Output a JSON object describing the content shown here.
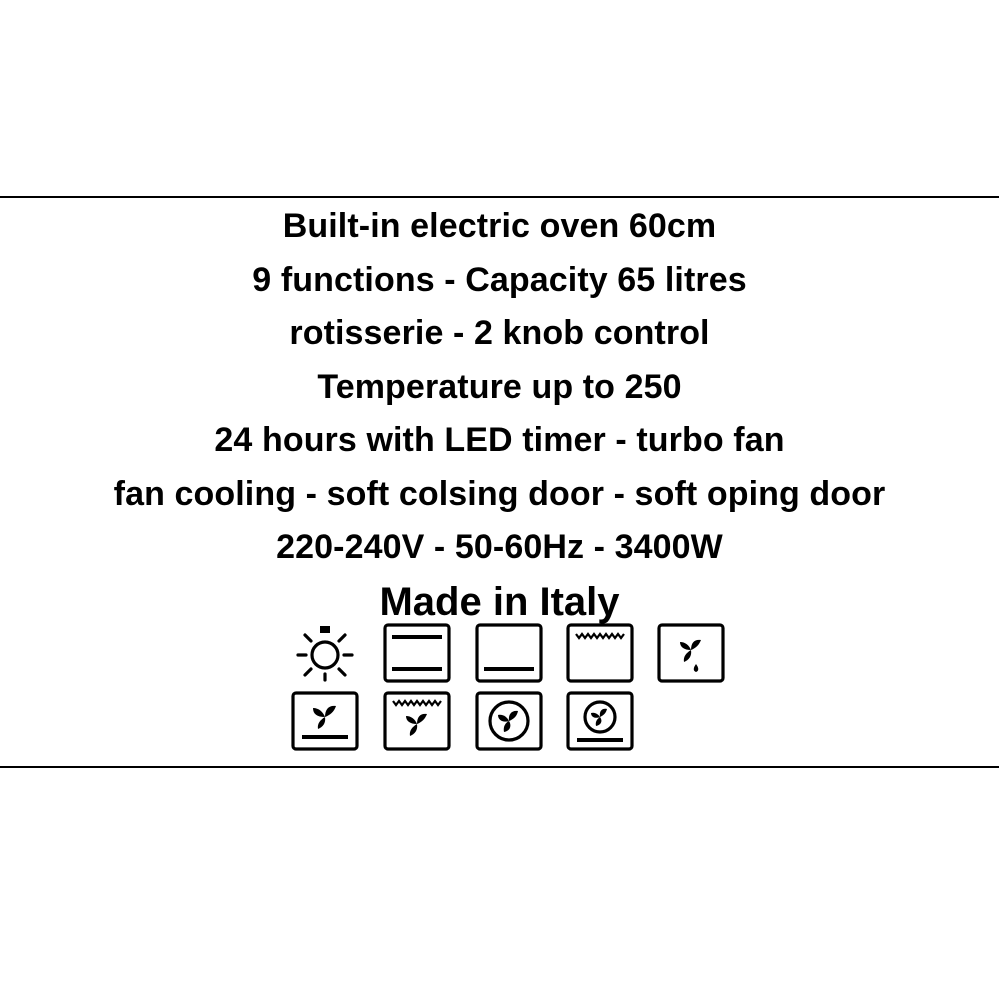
{
  "specs": {
    "lines": [
      "Built-in electric oven 60cm",
      "9 functions - Capacity 65 litres",
      "rotisserie - 2 knob control",
      "Temperature up to 250",
      "24 hours with LED timer - turbo fan",
      "fan cooling - soft colsing door - soft oping door",
      "220-240V - 50-60Hz - 3400W"
    ],
    "origin": "Made in Italy"
  },
  "icons": [
    "oven-lamp-icon",
    "top-bottom-heat-icon",
    "bottom-heat-icon",
    "grill-icon",
    "fan-defrost-icon",
    "bottom-heat-fan-icon",
    "grill-fan-icon",
    "circular-fan-icon",
    "circular-fan-bottom-heat-icon"
  ],
  "colors": {
    "ink": "#000000",
    "background": "#ffffff"
  }
}
